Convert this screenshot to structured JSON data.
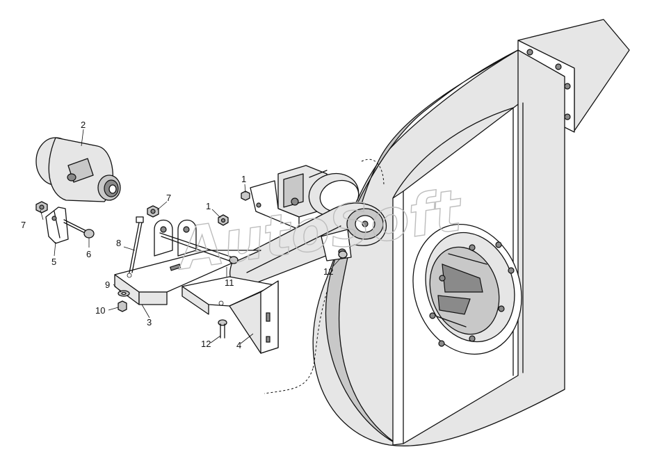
{
  "diagram": {
    "watermark": "AutoSoft",
    "callouts": [
      {
        "id": "c1a",
        "label": "1"
      },
      {
        "id": "c1b",
        "label": "1"
      },
      {
        "id": "c2",
        "label": "2"
      },
      {
        "id": "c3",
        "label": "3"
      },
      {
        "id": "c4",
        "label": "4"
      },
      {
        "id": "c5",
        "label": "5"
      },
      {
        "id": "c6",
        "label": "6"
      },
      {
        "id": "c7a",
        "label": "7"
      },
      {
        "id": "c7b",
        "label": "7"
      },
      {
        "id": "c8",
        "label": "8"
      },
      {
        "id": "c9",
        "label": "9"
      },
      {
        "id": "c10",
        "label": "10"
      },
      {
        "id": "c11",
        "label": "11"
      },
      {
        "id": "c12a",
        "label": "12"
      },
      {
        "id": "c12b",
        "label": "12"
      }
    ]
  }
}
